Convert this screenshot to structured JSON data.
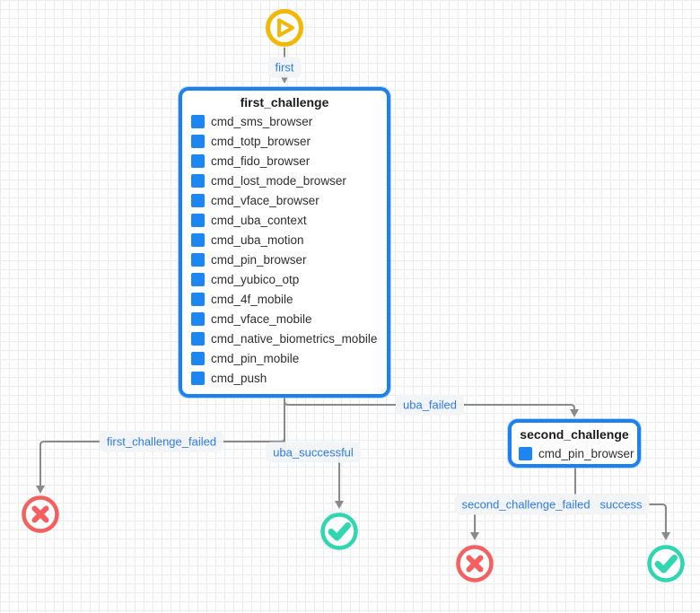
{
  "diagram": {
    "start": {
      "icon": "play-start"
    },
    "edges": [
      {
        "label": "first"
      },
      {
        "label": "first_challenge_failed"
      },
      {
        "label": "uba_successful"
      },
      {
        "label": "uba_failed"
      },
      {
        "label": "second_challenge_failed"
      },
      {
        "label": "success"
      }
    ],
    "nodes": [
      {
        "title": "first_challenge",
        "items": [
          "cmd_sms_browser",
          "cmd_totp_browser",
          "cmd_fido_browser",
          "cmd_lost_mode_browser",
          "cmd_vface_browser",
          "cmd_uba_context",
          "cmd_uba_motion",
          "cmd_pin_browser",
          "cmd_yubico_otp",
          "cmd_4f_mobile",
          "cmd_vface_mobile",
          "cmd_native_biometrics_mobile",
          "cmd_pin_mobile",
          "cmd_push"
        ]
      },
      {
        "title": "second_challenge",
        "items": [
          "cmd_pin_browser"
        ]
      }
    ],
    "terminals": [
      {
        "type": "failure"
      },
      {
        "type": "success"
      },
      {
        "type": "failure"
      },
      {
        "type": "success"
      }
    ],
    "colors": {
      "node_border": "#1d80ec",
      "command_square": "#1d86f0",
      "edge_line": "#8a8a8a",
      "edge_label_text": "#2e7cf0",
      "start_gold": "#f3b705",
      "failure_red": "#f65f5f",
      "success_teal": "#2fd6b0",
      "grid_line": "#ececec"
    }
  }
}
